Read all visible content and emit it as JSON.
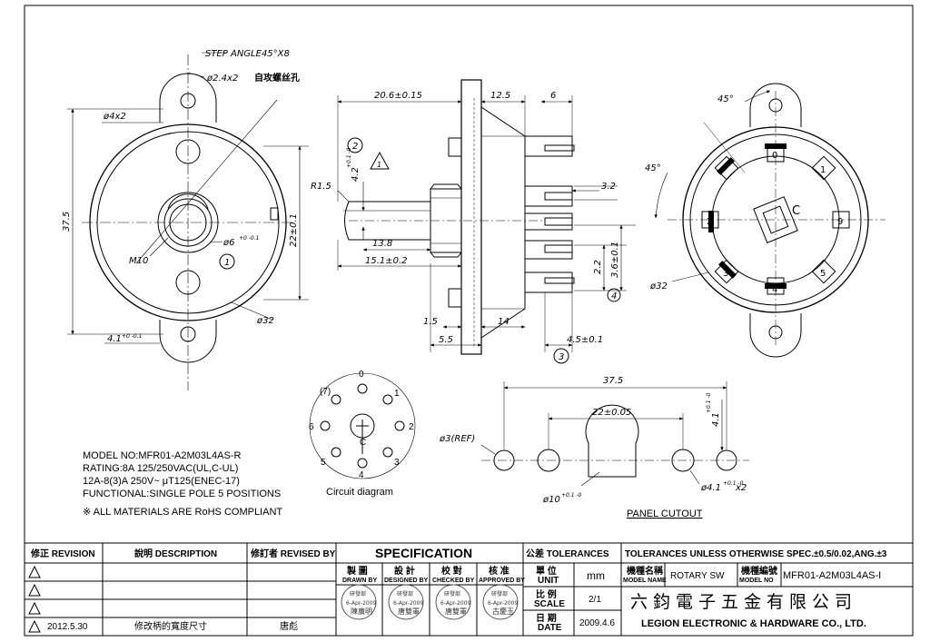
{
  "dimensions": {
    "step_angle": "STEP ANGLE45°X8",
    "hole_2_4": "ø2.4x2",
    "hole_2_4_note": "自攻螺丝孔",
    "hole_4": "ø4x2",
    "height_37_5": "37.5",
    "m10": "M10",
    "shaft_hole": "ø6",
    "shaft_hole_tol": "+0 -0.1",
    "mark_1": "1",
    "dia_22": "22±0.1",
    "dia_32_left": "ø32",
    "tab_4_1": "4.1",
    "tab_4_1_tol": "+0 -0.1",
    "len_20_6": "20.6±0.15",
    "len_12_5": "12.5",
    "len_6": "6",
    "mark_2": "2",
    "flat_4_2": "4.2",
    "flat_4_2_tol": "+0.1 -0",
    "r1_5": "R1.5",
    "len_13_8": "13.8",
    "len_15_1": "15.1±0.2",
    "pin_3_2": "3.2",
    "pin_2_2": "2.2",
    "pin_3_6": "3.6±0.1",
    "mark_4": "4",
    "len_1_5": "1.5",
    "len_14": "14",
    "len_5_5": "5.5",
    "len_4_5": "4.5±0.1",
    "mark_3": "3",
    "angle_45_top": "45°",
    "angle_45_left": "45°",
    "dia_32_right": "ø32",
    "term_0": "0",
    "term_1": "1",
    "term_2": "2",
    "term_3": "3",
    "term_4": "4",
    "term_5": "5",
    "term_9": "9",
    "term_c": "C"
  },
  "circuit": {
    "labels": [
      "0",
      "1",
      "2",
      "3",
      "4",
      "5",
      "6",
      "(7)"
    ],
    "center": "C",
    "caption": "Circuit diagram"
  },
  "panel": {
    "w_37_5": "37.5",
    "w_22": "22±0.05",
    "h_4_1": "4.1",
    "h_4_1_tol": "+0.1 -0",
    "ref": "ø3(REF)",
    "center_hole": "ø10",
    "center_hole_tol": "+0.1 -0",
    "side_hole": "ø4.1",
    "side_hole_tol": "+0.1 -0",
    "side_hole_count": "x2",
    "caption": "PANEL CUTOUT"
  },
  "notes": {
    "model": "MODEL NO:MFR01-A2M03L4AS-R",
    "rating1": "RATING:8A 125/250VAC(UL,C-UL)",
    "rating2": "12A-8(3)A 250V~ μT125(ENEC-17)",
    "functional": "FUNCTIONAL:SINGLE POLE 5 POSITIONS",
    "rohs": "※ ALL MATERIALS ARE RoHS COMPLIANT"
  },
  "title_block": {
    "rev_header": "修正 REVISION",
    "desc_header": "說明 DESCRIPTION",
    "by_header": "修訂者 REVISED BY",
    "specification": "SPECIFICATION",
    "tolerances_label": "公差 TOLERANCES",
    "tolerances_text": "TOLERANCES UNLESS OTHERWISE SPEC.±0.5/0.02,ANG.±3",
    "drawn_zh": "製 圖",
    "drawn_en": "DRAWN BY",
    "designed_zh": "設 計",
    "designed_en": "DESIGNED BY",
    "checked_zh": "校 對",
    "checked_en": "CHECKED BY",
    "approved_zh": "核 准",
    "approved_en": "APPROVED BY",
    "unit_zh": "單 位",
    "unit_en": "UNIT",
    "unit_value": "mm",
    "name_zh": "機種名稱",
    "name_en": "MODEL NAME",
    "name_value": "ROTARY SW",
    "no_zh": "機種編號",
    "no_en": "MODEL NO",
    "no_value": "MFR01-A2M03L4AS-I",
    "scale_zh": "比 例",
    "scale_en": "SCALE",
    "scale_value": "2/1",
    "date_zh": "日 期",
    "date_en": "DATE",
    "date_value": "2009.4.6",
    "company_zh": "六鈞電子五金有限公司",
    "company_en": "LEGION ELECTRONIC & HARDWARE CO., LTD.",
    "stamp_org": "研發部",
    "stamp_date": "6-Apr-2009",
    "drawn_name": "陳廣明",
    "designed_name": "唐雙軍",
    "checked_name": "唐雙軍",
    "approved_name": "古慶玉",
    "rev_date": "2012.5.30",
    "rev_desc": "修改柄的寬度尺寸",
    "rev_by": "唐彪"
  }
}
